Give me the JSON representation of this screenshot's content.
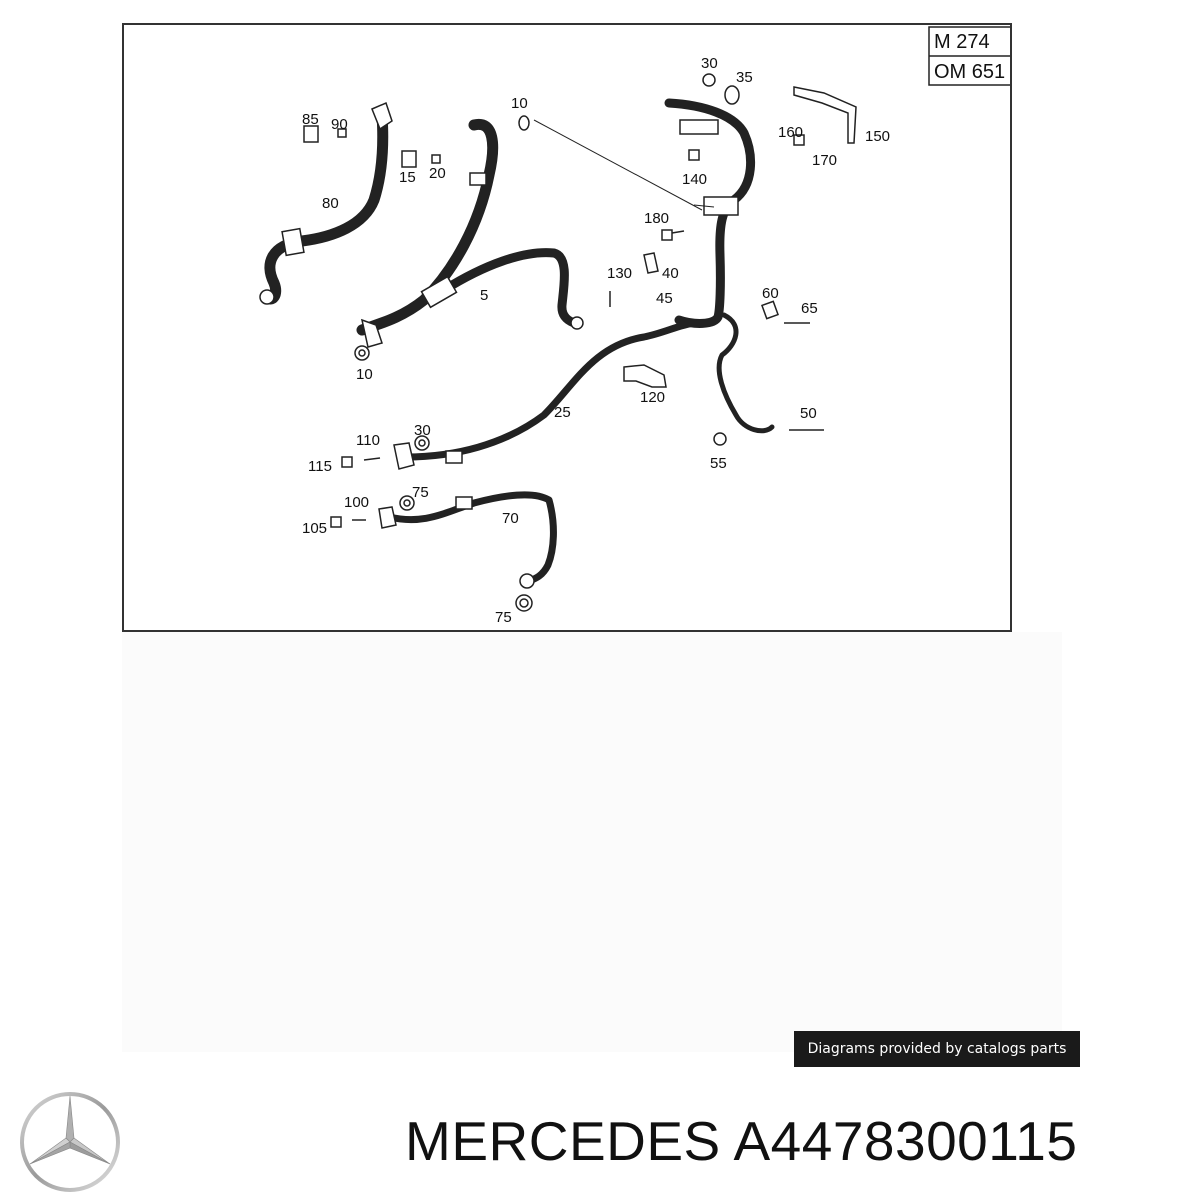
{
  "diagram": {
    "engine_codes": [
      "M 274",
      "OM 651"
    ],
    "callouts": [
      {
        "id": "c85",
        "text": "85"
      },
      {
        "id": "c90",
        "text": "90"
      },
      {
        "id": "c10a",
        "text": "10"
      },
      {
        "id": "c30a",
        "text": "30"
      },
      {
        "id": "c35",
        "text": "35"
      },
      {
        "id": "c160",
        "text": "160"
      },
      {
        "id": "c150",
        "text": "150"
      },
      {
        "id": "c170",
        "text": "170"
      },
      {
        "id": "c140",
        "text": "140"
      },
      {
        "id": "c15",
        "text": "15"
      },
      {
        "id": "c20",
        "text": "20"
      },
      {
        "id": "c80",
        "text": "80"
      },
      {
        "id": "c180",
        "text": "180"
      },
      {
        "id": "c130",
        "text": "130"
      },
      {
        "id": "c40",
        "text": "40"
      },
      {
        "id": "c45",
        "text": "45"
      },
      {
        "id": "c5",
        "text": "5"
      },
      {
        "id": "c60",
        "text": "60"
      },
      {
        "id": "c65",
        "text": "65"
      },
      {
        "id": "c10b",
        "text": "10"
      },
      {
        "id": "c120",
        "text": "120"
      },
      {
        "id": "c25",
        "text": "25"
      },
      {
        "id": "c110",
        "text": "110"
      },
      {
        "id": "c30b",
        "text": "30"
      },
      {
        "id": "c115",
        "text": "115"
      },
      {
        "id": "c50",
        "text": "50"
      },
      {
        "id": "c55",
        "text": "55"
      },
      {
        "id": "c100",
        "text": "100"
      },
      {
        "id": "c75a",
        "text": "75"
      },
      {
        "id": "c105",
        "text": "105"
      },
      {
        "id": "c70",
        "text": "70"
      },
      {
        "id": "c75b",
        "text": "75"
      }
    ]
  },
  "credit": "Diagrams provided by catalogs parts",
  "brand": {
    "logo": "mercedes-star-logo",
    "title": "MERCEDES A4478300115"
  },
  "colors": {
    "frame": "#333333",
    "banner_bg": "#1a1a1a",
    "banner_text": "#ffffff"
  }
}
